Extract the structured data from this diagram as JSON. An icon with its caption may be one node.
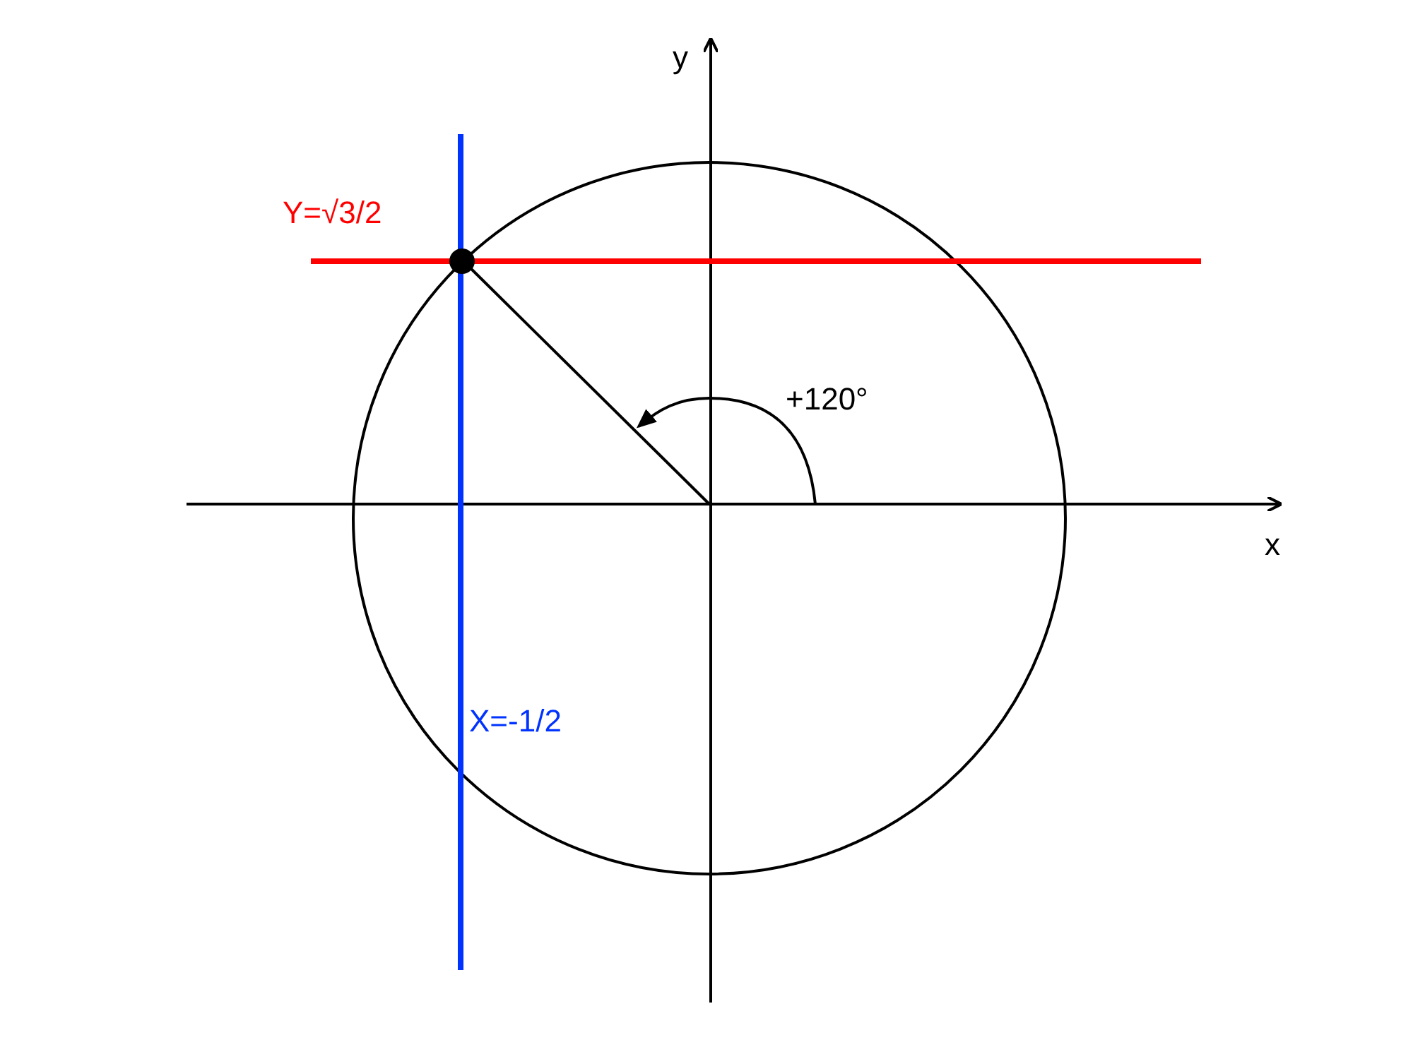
{
  "diagram": {
    "labels": [
      "y",
      "Y=√3/2",
      "+120°",
      "x",
      "X=-1/2"
    ]
  }
}
